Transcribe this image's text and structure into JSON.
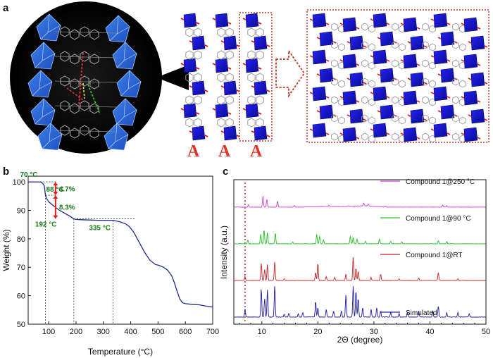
{
  "panels": {
    "a": "a",
    "b": "b",
    "c": "c"
  },
  "panel_a": {
    "column_labels": [
      "A",
      "A",
      "A"
    ]
  },
  "chart_data": [
    {
      "type": "line",
      "panel": "b",
      "xlabel": "Temperature (°C)",
      "ylabel": "Weight (%)",
      "xlim": [
        25,
        700
      ],
      "ylim": [
        50,
        102
      ],
      "xticks": [
        100,
        200,
        300,
        400,
        500,
        600,
        700
      ],
      "yticks": [
        50,
        60,
        70,
        80,
        90,
        100
      ],
      "series": [
        {
          "color": "#1a2a8a",
          "x": [
            25,
            50,
            70,
            78,
            84,
            88,
            92,
            100,
            120,
            140,
            160,
            180,
            192,
            200,
            220,
            250,
            280,
            310,
            335,
            360,
            380,
            395,
            410,
            430,
            450,
            470,
            490,
            505,
            520,
            535,
            550,
            560,
            570,
            580,
            590,
            600,
            620,
            650,
            680,
            700
          ],
          "y": [
            100,
            100,
            100,
            99.5,
            98.6,
            95.4,
            94.2,
            93.0,
            91.4,
            90.0,
            88.9,
            87.8,
            87.0,
            86.8,
            86.7,
            86.6,
            86.5,
            86.5,
            86.5,
            86.0,
            85.3,
            84.3,
            82.5,
            79.0,
            75.4,
            72.5,
            71.0,
            70.6,
            70.0,
            69.0,
            67.0,
            64.5,
            61.5,
            58.8,
            57.5,
            57.2,
            57.0,
            56.8,
            56.3,
            56.0
          ]
        }
      ],
      "annotations": {
        "temps": [
          "70 °C",
          "88 °C",
          "192 °C",
          "335 °C"
        ],
        "losses": [
          "4.7%",
          "8.3%"
        ],
        "arrow_color": "#e0201a",
        "label_color": "#1a7a1a"
      }
    },
    {
      "type": "line",
      "panel": "c",
      "xlabel": "2Θ (degree)",
      "ylabel": "Intensity (a.u.)",
      "xlim": [
        5,
        50
      ],
      "xticks": [
        10,
        20,
        30,
        40,
        50
      ],
      "reference_line_x": 7.0,
      "series": [
        {
          "name": "Simulated",
          "color": "#1a1aa0",
          "offset": 0.0,
          "baseline_noise": 0.015,
          "peaks": [
            [
              7.0,
              0.25
            ],
            [
              9.9,
              0.9
            ],
            [
              10.5,
              0.6
            ],
            [
              11.0,
              0.85
            ],
            [
              12.3,
              1.0
            ],
            [
              14.0,
              0.1
            ],
            [
              14.8,
              0.12
            ],
            [
              16.5,
              0.1
            ],
            [
              17.3,
              0.15
            ],
            [
              19.6,
              0.5
            ],
            [
              20.0,
              0.3
            ],
            [
              21.5,
              0.25
            ],
            [
              22.8,
              0.2
            ],
            [
              24.2,
              0.2
            ],
            [
              25.0,
              0.7
            ],
            [
              26.3,
              1.0
            ],
            [
              26.8,
              0.85
            ],
            [
              27.2,
              0.6
            ],
            [
              28.0,
              0.3
            ],
            [
              29.5,
              0.25
            ],
            [
              30.5,
              0.3
            ],
            [
              31.2,
              0.2
            ],
            [
              33.0,
              0.15
            ],
            [
              34.5,
              0.12
            ],
            [
              36.0,
              0.15
            ],
            [
              38.0,
              0.2
            ],
            [
              40.5,
              0.2
            ],
            [
              41.5,
              0.35
            ],
            [
              43.0,
              0.15
            ],
            [
              45.0,
              0.15
            ],
            [
              47.0,
              0.1
            ]
          ]
        },
        {
          "name": "Compound 1@RT",
          "color": "#c02020",
          "offset": 0.25,
          "baseline_noise": 0.01,
          "peaks": [
            [
              7.0,
              0.12
            ],
            [
              9.9,
              0.55
            ],
            [
              10.5,
              0.35
            ],
            [
              11.0,
              0.5
            ],
            [
              12.3,
              0.6
            ],
            [
              14.0,
              0.05
            ],
            [
              19.6,
              0.25
            ],
            [
              20.0,
              0.55
            ],
            [
              21.5,
              0.12
            ],
            [
              23.0,
              0.1
            ],
            [
              25.0,
              0.2
            ],
            [
              26.3,
              0.75
            ],
            [
              26.8,
              0.4
            ],
            [
              27.2,
              0.3
            ],
            [
              29.5,
              0.1
            ],
            [
              31.2,
              0.2
            ],
            [
              34.5,
              0.05
            ],
            [
              38.0,
              0.08
            ],
            [
              41.5,
              0.25
            ],
            [
              45.0,
              0.05
            ]
          ]
        },
        {
          "name": "Compound 1@90 °C",
          "color": "#20c020",
          "offset": 0.5,
          "baseline_noise": 0.012,
          "peaks": [
            [
              7.5,
              0.12
            ],
            [
              9.8,
              0.3
            ],
            [
              10.4,
              0.45
            ],
            [
              11.0,
              0.35
            ],
            [
              12.4,
              0.35
            ],
            [
              15.5,
              0.06
            ],
            [
              19.8,
              0.3
            ],
            [
              20.3,
              0.25
            ],
            [
              21.0,
              0.12
            ],
            [
              25.8,
              0.25
            ],
            [
              26.3,
              0.2
            ],
            [
              27.0,
              0.15
            ],
            [
              28.5,
              0.08
            ],
            [
              31.0,
              0.15
            ],
            [
              33.0,
              0.08
            ],
            [
              35.0,
              0.06
            ],
            [
              41.5,
              0.1
            ],
            [
              43.0,
              0.07
            ]
          ]
        },
        {
          "name": "Compound 1@250 °C",
          "color": "#d040d0",
          "offset": 0.75,
          "baseline_noise": 0.012,
          "peaks": [
            [
              7.6,
              0.08
            ],
            [
              10.2,
              0.35
            ],
            [
              10.9,
              0.25
            ],
            [
              12.8,
              0.2
            ],
            [
              15.8,
              0.05
            ],
            [
              22.0,
              0.04
            ],
            [
              25.5,
              0.03
            ],
            [
              28.2,
              0.08
            ],
            [
              29.0,
              0.06
            ],
            [
              32.0,
              0.03
            ],
            [
              42.3,
              0.07
            ],
            [
              43.0,
              0.04
            ]
          ]
        }
      ]
    }
  ]
}
